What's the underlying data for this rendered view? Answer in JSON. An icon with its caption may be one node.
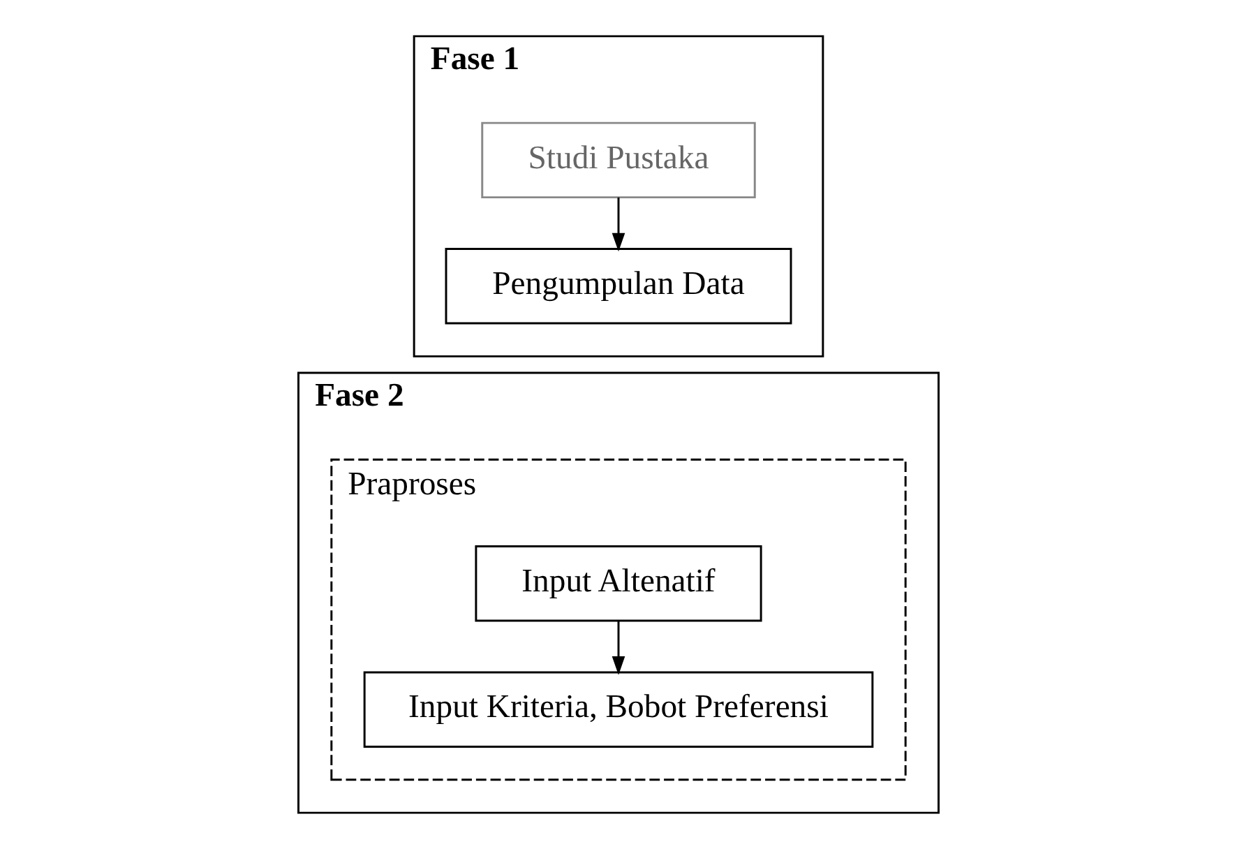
{
  "diagram": {
    "nodes": [
      {
        "text": [
          "Fase 1"
        ]
      },
      {
        "text": [
          "Studi Pustaka"
        ],
        "in": 0
      },
      {
        "text": [
          "Pengumpulan Data"
        ],
        "in": 0
      },
      {
        "text": [
          "Fase 2"
        ]
      },
      {
        "text": [
          "Praproses"
        ],
        "in": 3
      },
      {
        "text": [
          "Input Altenatif"
        ],
        "in": 4
      },
      {
        "text": [
          "Input Kriteria, Bobot Preferensi"
        ],
        "in": 4
      }
    ],
    "edges": [
      {
        "from": 1,
        "to": 2,
        "arrow": "to"
      },
      {
        "from": 5,
        "to": 6,
        "arrow": "to"
      }
    ]
  }
}
